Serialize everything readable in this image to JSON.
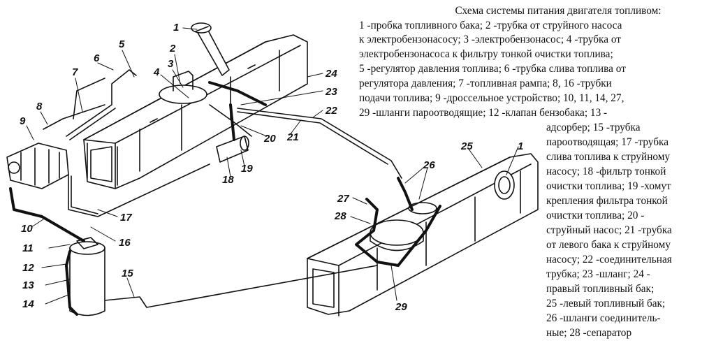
{
  "legend": {
    "title": "Схема системы питания двигателя топливом:",
    "lines": [
      "1 -пробка топливного бака; 2 -трубка от струйного насоса",
      "к электробензонасосу; 3 -электробензонасос; 4 -трубка от",
      "электробензонасоса к фильтру тонкой очистки топлива;",
      "5 -регулятор давления топлива; 6 -трубка слива топлива от",
      "регулятора давления; 7 -топливная рампа; 8, 16 -трубки",
      "подачи топлива; 9 -дроссельное устройство; 10, 11, 14, 27,",
      "29 -шланги пароотводящие; 12 -клапан бензобака; 13 -",
      "адсорбер;   15 -трубка",
      "пароотводящая; 17 -трубка",
      "слива топлива к струйному",
      "насосу; 18 -фильтр тонкой",
      "очистки топлива; 19 -хомут",
      "крепления фильтра тонкой",
      "очистки топлива; 20 -",
      "струйный насос; 21 -трубка",
      "от левого бака к струйному",
      "насосу; 22 -соединительная",
      "трубка; 23 -шланг; 24 -",
      "правый топливный бак;",
      "25 -левый топливный бак;",
      "26 -шланги соединитель-",
      "ные; 28 -сепаратор"
    ]
  },
  "callouts": [
    "1",
    "2",
    "3",
    "4",
    "5",
    "6",
    "7",
    "8",
    "9",
    "10",
    "11",
    "12",
    "13",
    "14",
    "15",
    "16",
    "17",
    "18",
    "19",
    "20",
    "21",
    "22",
    "23",
    "24",
    "25",
    "26",
    "27",
    "28",
    "29",
    "1"
  ]
}
